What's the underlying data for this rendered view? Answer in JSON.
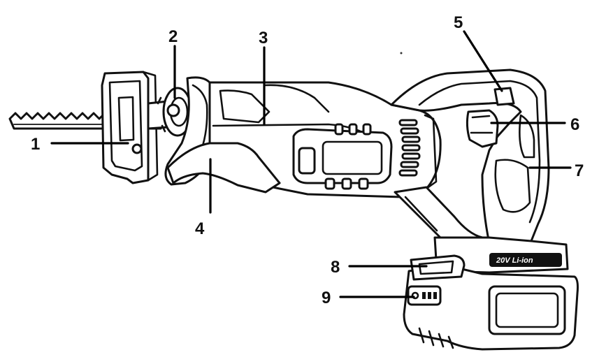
{
  "labels": {
    "l1": "1",
    "l2": "2",
    "l3": "3",
    "l4": "4",
    "l5": "5",
    "l6": "6",
    "l7": "7",
    "l8": "8",
    "l9": "9"
  },
  "battery_badge": "20V Li-ion"
}
